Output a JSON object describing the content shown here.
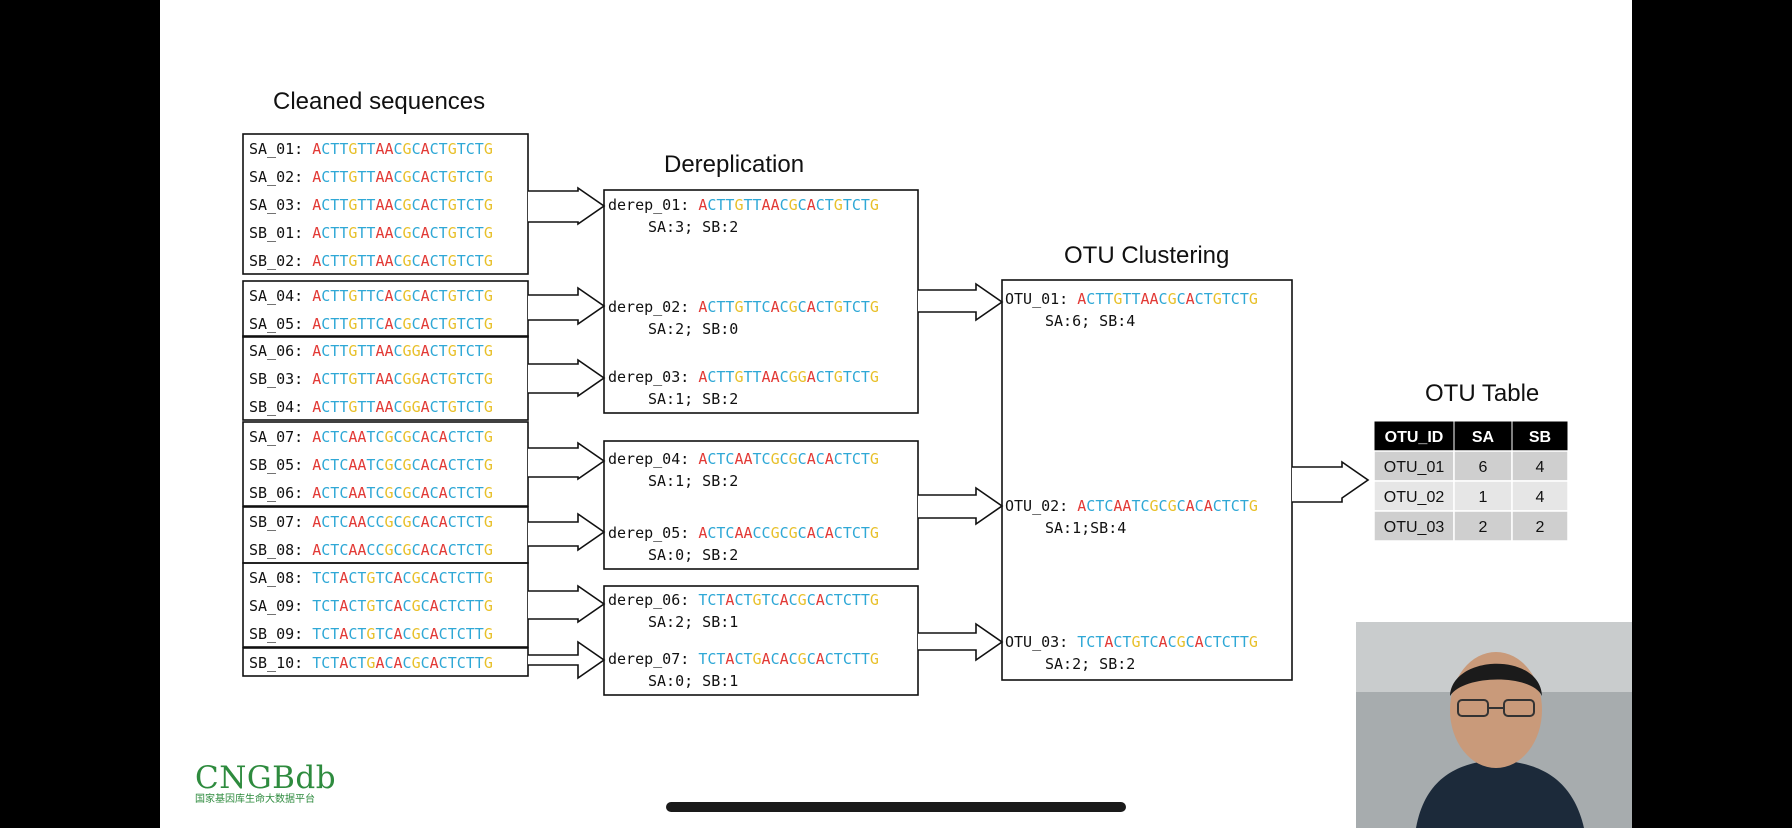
{
  "titles": {
    "cleaned": "Cleaned sequences",
    "derep": "Dereplication",
    "otu_clustering": "OTU Clustering",
    "otu_table": "OTU Table"
  },
  "colors": {
    "A": "#e23a36",
    "C": "#2fa8d6",
    "G": "#e8c02a",
    "T": "#2fa8d6",
    "box": "#111111",
    "logo": "#2e8b3e"
  },
  "cleaned_groups": [
    [
      {
        "id": "SA_01",
        "seq": "ACTTGTTAACGCACTGTCTG"
      },
      {
        "id": "SA_02",
        "seq": "ACTTGTTAACGCACTGTCTG"
      },
      {
        "id": "SA_03",
        "seq": "ACTTGTTAACGCACTGTCTG"
      },
      {
        "id": "SB_01",
        "seq": "ACTTGTTAACGCACTGTCTG"
      },
      {
        "id": "SB_02",
        "seq": "ACTTGTTAACGCACTGTCTG"
      }
    ],
    [
      {
        "id": "SA_04",
        "seq": "ACTTGTTCACGCACTGTCTG"
      },
      {
        "id": "SA_05",
        "seq": "ACTTGTTCACGCACTGTCTG"
      }
    ],
    [
      {
        "id": "SA_06",
        "seq": "ACTTGTTAACGGACTGTCTG"
      },
      {
        "id": "SB_03",
        "seq": "ACTTGTTAACGGACTGTCTG"
      },
      {
        "id": "SB_04",
        "seq": "ACTTGTTAACGGACTGTCTG"
      }
    ],
    [
      {
        "id": "SA_07",
        "seq": "ACTCAATCGCGCACACTCTG"
      },
      {
        "id": "SB_05",
        "seq": "ACTCAATCGCGCACACTCTG"
      },
      {
        "id": "SB_06",
        "seq": "ACTCAATCGCGCACACTCTG"
      }
    ],
    [
      {
        "id": "SB_07",
        "seq": "ACTCAACCGCGCACACTCTG"
      },
      {
        "id": "SB_08",
        "seq": "ACTCAACCGCGCACACTCTG"
      }
    ],
    [
      {
        "id": "SA_08",
        "seq": "TCTACTGTCACGCACTCTTG"
      },
      {
        "id": "SA_09",
        "seq": "TCTACTGTCACGCACTCTTG"
      },
      {
        "id": "SB_09",
        "seq": "TCTACTGTCACGCACTCTTG"
      }
    ],
    [
      {
        "id": "SB_10",
        "seq": "TCTACTGACACGCACTCTTG"
      }
    ]
  ],
  "derep": [
    {
      "id": "derep_01",
      "seq": "ACTTGTTAACGCACTGTCTG",
      "counts": "SA:3; SB:2"
    },
    {
      "id": "derep_02",
      "seq": "ACTTGTTCACGCACTGTCTG",
      "counts": "SA:2; SB:0"
    },
    {
      "id": "derep_03",
      "seq": "ACTTGTTAACGGACTGTCTG",
      "counts": "SA:1; SB:2"
    },
    {
      "id": "derep_04",
      "seq": "ACTCAATCGCGCACACTCTG",
      "counts": "SA:1; SB:2"
    },
    {
      "id": "derep_05",
      "seq": "ACTCAACCGCGCACACTCTG",
      "counts": "SA:0; SB:2"
    },
    {
      "id": "derep_06",
      "seq": "TCTACTGTCACGCACTCTTG",
      "counts": "SA:2; SB:1"
    },
    {
      "id": "derep_07",
      "seq": "TCTACTGACACGCACTCTTG",
      "counts": "SA:0; SB:1"
    }
  ],
  "otus": [
    {
      "id": "OTU_01",
      "seq": "ACTTGTTAACGCACTGTCTG",
      "counts": "SA:6; SB:4"
    },
    {
      "id": "OTU_02",
      "seq": "ACTCAATCGCGCACACTCTG",
      "counts": "SA:1;SB:4"
    },
    {
      "id": "OTU_03",
      "seq": "TCTACTGTCACGCACTCTTG",
      "counts": "SA:2; SB:2"
    }
  ],
  "otu_table": {
    "headers": [
      "OTU_ID",
      "SA",
      "SB"
    ],
    "rows": [
      [
        "OTU_01",
        "6",
        "4"
      ],
      [
        "OTU_02",
        "1",
        "4"
      ],
      [
        "OTU_03",
        "2",
        "2"
      ]
    ]
  },
  "logo": {
    "main": "CNGBdb",
    "sub": "国家基因库生命大数据平台"
  }
}
